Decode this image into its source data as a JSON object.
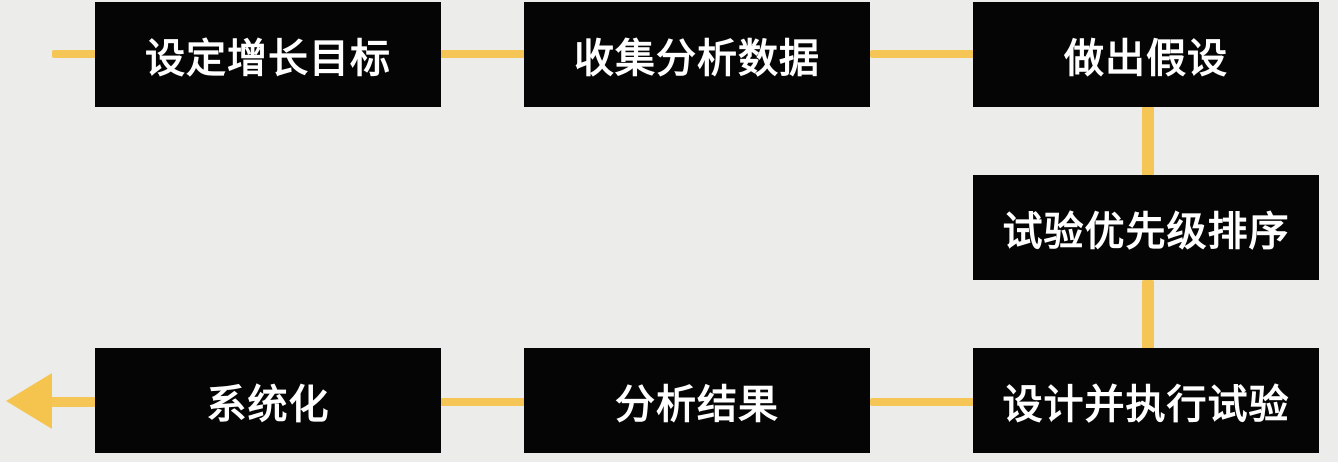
{
  "flow": {
    "steps": [
      {
        "label": "设定增长目标"
      },
      {
        "label": "收集分析数据"
      },
      {
        "label": "做出假设"
      },
      {
        "label": "试验优先级排序"
      },
      {
        "label": "设计并执行试验"
      },
      {
        "label": "分析结果"
      },
      {
        "label": "系统化"
      }
    ],
    "connector_color": "#f5c44e",
    "box_color": "#050505",
    "text_color": "#ffffff"
  }
}
